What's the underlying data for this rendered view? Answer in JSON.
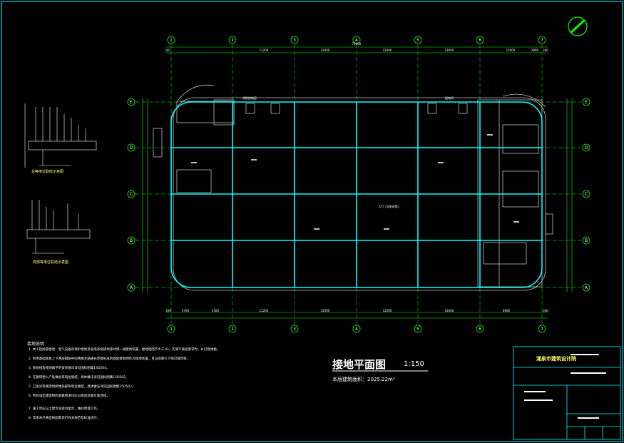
{
  "drawing": {
    "title": "接地平面图",
    "scale": "1:150",
    "area_label": "本层建筑面积：2025.22m²"
  },
  "axes": {
    "columns": [
      "1",
      "2",
      "3",
      "4",
      "5",
      "6",
      "7"
    ],
    "rows": [
      "E",
      "D",
      "C",
      "B",
      "A"
    ]
  },
  "dimensions": {
    "top_total": "73900",
    "top": [
      "300",
      "11200",
      "12000",
      "12000",
      "12000",
      "12000",
      "3900",
      "300"
    ],
    "bottom": [
      "300",
      "5700",
      "5500",
      "11200",
      "12000",
      "12000",
      "12000",
      "6000",
      "300"
    ]
  },
  "rooms": {
    "room1": "消防控制室",
    "room2": "配电间",
    "hall": "大厅  (羽毛球馆)"
  },
  "legend": {
    "diagram1": "总等电位联结示意图",
    "diagram2": "局部等电位联结示意图"
  },
  "notes": {
    "heading": "接地说明",
    "items": [
      "1. 本工程防雷接地、电气设备的保护接地及弱电系统接地等共用一组接地装置，接地电阻不大于1Ω，实测不满足要求时，补打接地极。",
      "2. 利用基础底板上下两层钢筋中的两根主筋通长焊接形成的基础接地网作为接地装置，且与防雷引下线可靠焊接。",
      "3. 接地线及接地端子的安装做法详见国标图集14D504。",
      "4. 在建筑物入户处做总等电位联结，具体做法详见国标图集15D502。",
      "5. 卫生间等潮湿场所做局部等电位联结，具体做法详见国标图集15D502。",
      "6. 所有进出建筑物的金属管道均应与接地装置可靠连接。",
      "7. 施工时应与土建专业密切配合，做好预埋工作。",
      "8. 其余未尽事宜按国家现行有关规范及标准执行。"
    ]
  },
  "title_block": {
    "company": "湘泉市建筑设计院"
  },
  "colors": {
    "background": "#000000",
    "grid": "#00ff00",
    "ground_line": "#00ffff",
    "walls": "#c0c0c0",
    "text": "#ffffff",
    "accent": "#ffff66"
  }
}
